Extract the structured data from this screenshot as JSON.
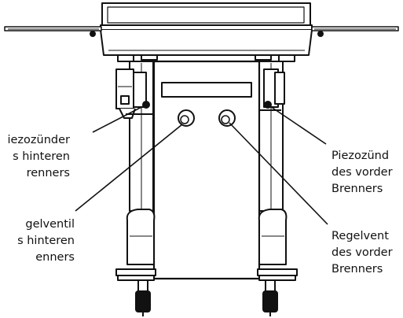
{
  "labels": {
    "piezo_rear": [
      "iezozünder",
      "s hinteren",
      "renners"
    ],
    "valve_rear": [
      "gelventil",
      "s hinteren",
      "enners"
    ],
    "piezo_front": [
      "Piezozünd",
      "des vorder",
      "Brenners"
    ],
    "valve_front": [
      "Regelvent",
      "des vorder",
      "Brenners"
    ]
  },
  "colors": {
    "line": "#111111",
    "fill": "#ffffff",
    "shade": "#cccccc"
  }
}
